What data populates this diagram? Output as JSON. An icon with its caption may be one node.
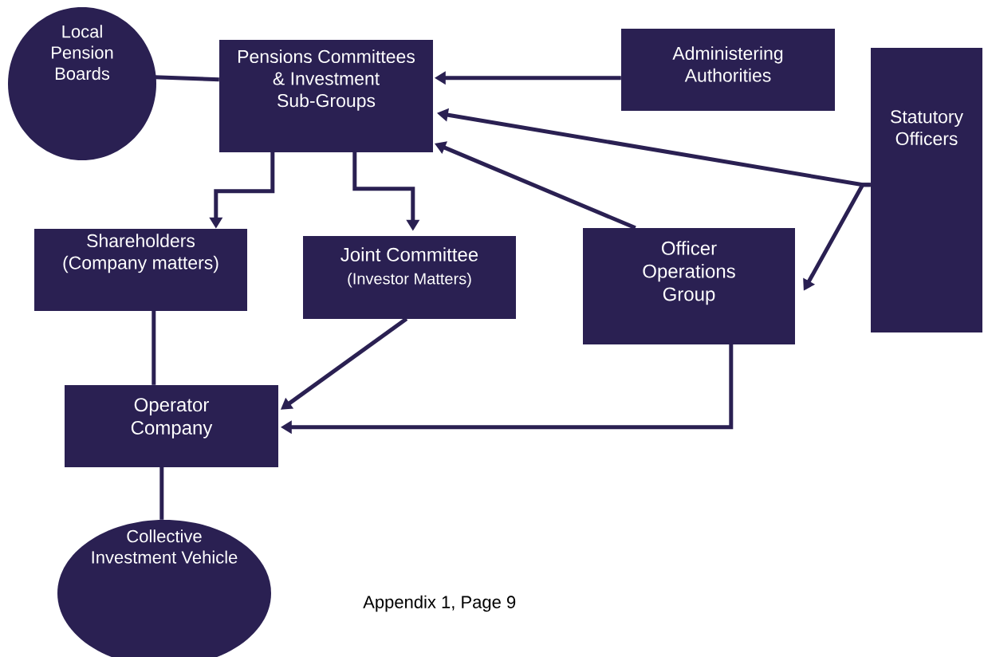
{
  "diagram": {
    "nodes": [
      {
        "text": [
          "Local Pension Boards"
        ]
      },
      {
        "text": [
          "Pensions Committees & Investment Sub-Groups"
        ]
      },
      {
        "text": [
          "Administering Authorities"
        ]
      },
      {
        "text": [
          "Statutory Officers"
        ]
      },
      {
        "text": [
          "Shareholders (Company matters)"
        ]
      },
      {
        "text": [
          "Joint Committee",
          "(Investor Matters)"
        ]
      },
      {
        "text": [
          "Officer Operations Group"
        ]
      },
      {
        "text": [
          "Operator Company"
        ]
      },
      {
        "text": [
          "Collective Investment Vehicle"
        ]
      }
    ],
    "edges": [
      {
        "from": 0,
        "to": 1,
        "arrow": "none"
      },
      {
        "from": 2,
        "to": 1,
        "arrow": "to"
      },
      {
        "from": 3,
        "to": 1,
        "arrow": "to"
      },
      {
        "from": 3,
        "to": 6,
        "arrow": "to"
      },
      {
        "from": 1,
        "to": 4,
        "arrow": "to"
      },
      {
        "from": 1,
        "to": 5,
        "arrow": "to"
      },
      {
        "from": 6,
        "to": 1,
        "arrow": "to"
      },
      {
        "from": 4,
        "to": 7,
        "arrow": "none"
      },
      {
        "from": 5,
        "to": 7,
        "arrow": "to"
      },
      {
        "from": 6,
        "to": 7,
        "arrow": "to"
      },
      {
        "from": 7,
        "to": 8,
        "arrow": "none"
      }
    ],
    "labels": [
      "Appendix 1, Page 9"
    ]
  }
}
